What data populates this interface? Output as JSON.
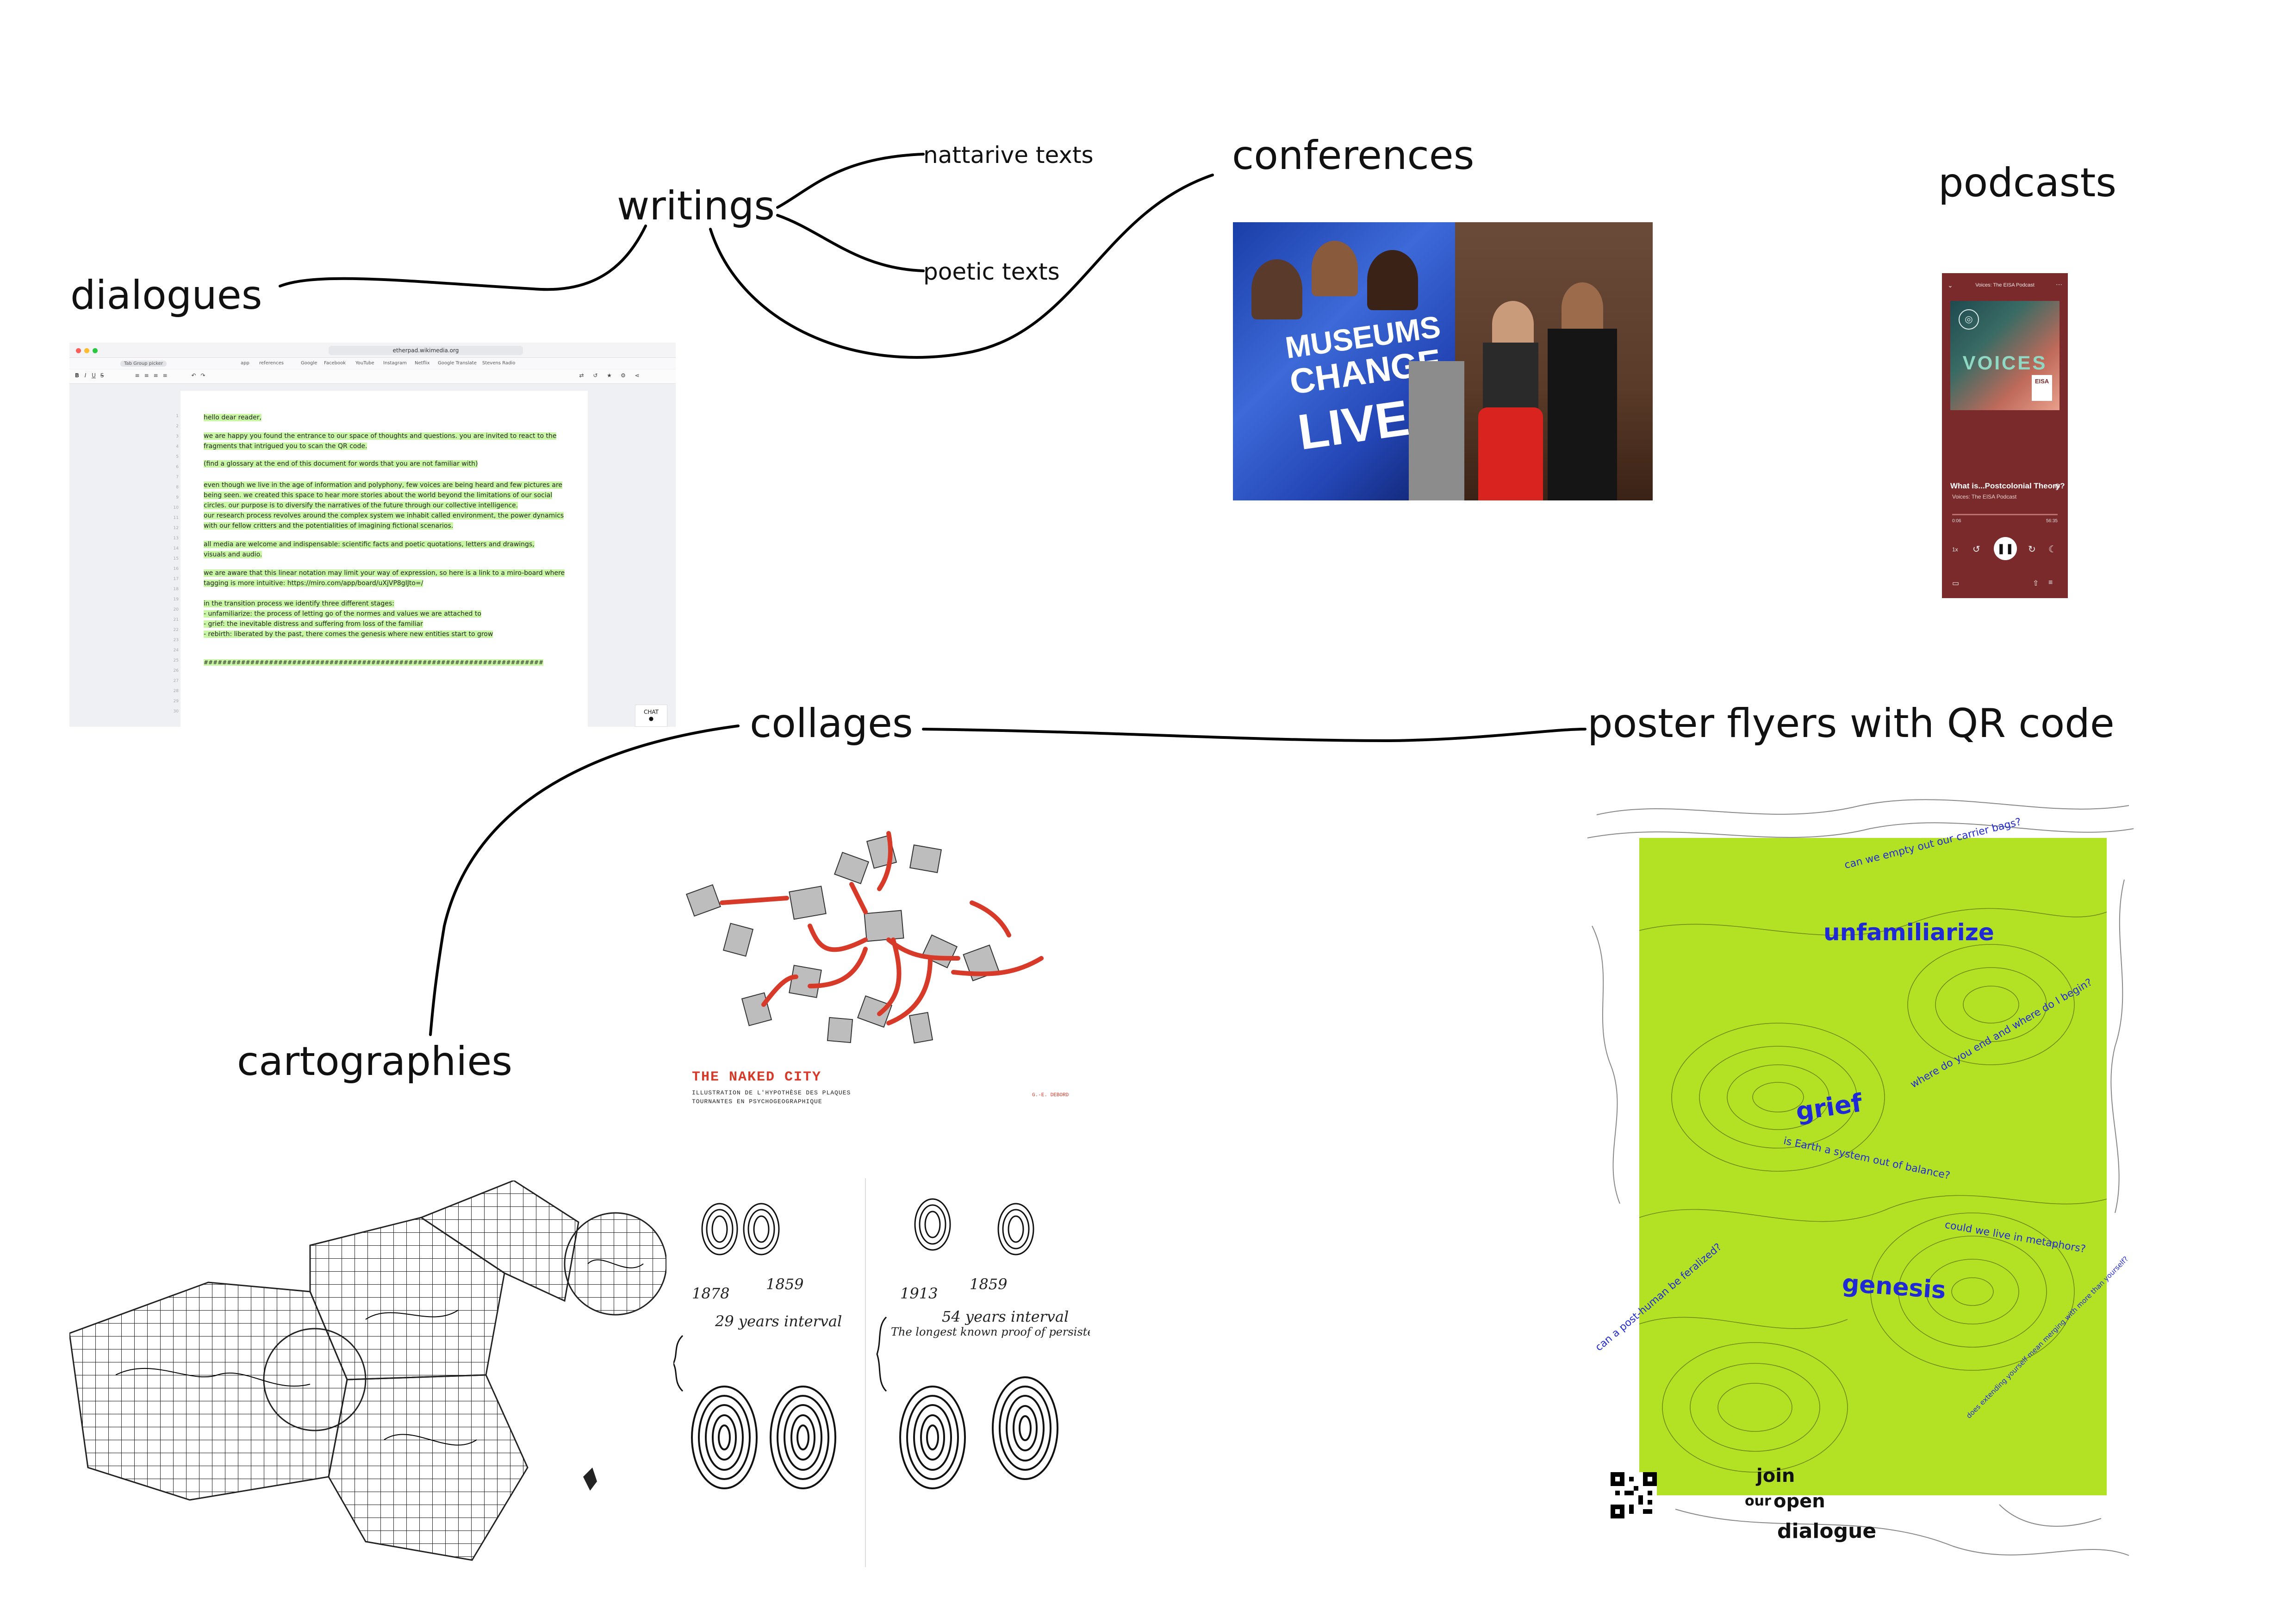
{
  "nodes": {
    "writings": "writings",
    "nattarive": "nattarive texts",
    "poetic": "poetic texts",
    "conferences": "conferences",
    "podcasts": "podcasts",
    "dialogues": "dialogues",
    "collages": "collages",
    "poster_flyers": "poster flyers with QR code",
    "cartographies": "cartographies"
  },
  "etherpad": {
    "url": "etherpad.wikimedia.org",
    "tab": "Tab Group picker",
    "bookmarks": [
      "app",
      "references",
      "Google",
      "Facebook",
      "YouTube",
      "Instagram",
      "Netflix",
      "Google Translate",
      "Stevens Radio"
    ],
    "lines": [
      "hello dear reader,",
      "we are happy you found the entrance to our space of thoughts and questions. you are invited to react to the",
      "fragments that intrigued you to scan the QR code.",
      "(find a glossary at the end of this document for words that you are not familiar with)",
      "even though we live in the age of information and polyphony, few voices are being heard and few pictures are",
      "being seen. we created this space to hear more stories about the world beyond the limitations of our social",
      "circles. our purpose is to diversify the narratives of the future through our collective intelligence.",
      "our research process revolves around the complex system we inhabit called environment, the power dynamics",
      "with our fellow critters and the potentialities of imagining fictional scenarios.",
      "all media are welcome and indispensable: scientific facts and poetic quotations, letters and drawings,",
      "visuals and audio.",
      "we are aware that this linear notation may limit your way of expression, so here is a link to a miro-board where",
      "tagging is more intuitive: https://miro.com/app/board/uXjVP8gIJto=/",
      "in the transition process we identify three different stages:",
      "- unfamiliarize: the process of letting go of the normes and values we are attached to",
      "- grief: the inevitable distress and suffering from loss of the familiar",
      "- rebirth: liberated by the past, there comes the genesis where new entities start to grow",
      "#########################################################################"
    ],
    "chat": "CHAT"
  },
  "conference": {
    "line1": "MUSEUMS",
    "line2": "CHANGE",
    "line3": "LIVES"
  },
  "podcast": {
    "header": "Voices: The EISA Podcast",
    "art_title": "VOICES",
    "art_badge": "EISA",
    "episode": "What is...Postcolonial Theory?",
    "show": "Voices: The EISA Podcast",
    "time_start": "0:06",
    "time_end": "56:35",
    "speed": "1x"
  },
  "naked_city": {
    "title": "THE NAKED CITY",
    "sub1": "ILLUSTRATION DE L'HYPOTHÈSE DES PLAQUES",
    "sub2": "TOURNANTES EN PSYCHOGEOGRAPHIQUE",
    "credit": "G.-E. DEBORD"
  },
  "fingerprints": {
    "left_caption": "29 years interval",
    "right_caption": "54 years interval",
    "right_note": "The longest known proof of persistence",
    "left_years": "1878",
    "left_years2": "1859",
    "right_years": "1913",
    "right_years2": "1859"
  },
  "poster": {
    "word1": "unfamiliarize",
    "word2": "grief",
    "word3": "genesis",
    "q1": "can we empty out our carrier bags?",
    "q2": "where do you end and where do I begin?",
    "q3": "is Earth a system out of balance?",
    "q4": "could we live in metaphors?",
    "q5": "can a post-human be feralized?",
    "q6": "does extending yourself mean merging with more than yourself?",
    "join1": "join",
    "join2": "our",
    "join3": "open",
    "join4": "dialogue"
  },
  "colors": {
    "poster_green": "#b3e224",
    "poster_blue": "#2029d6",
    "collage_red": "#d83a2a",
    "pad_highlight": "#c9f7a5"
  }
}
